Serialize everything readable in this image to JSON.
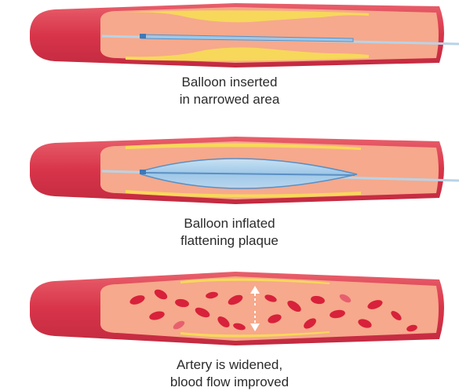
{
  "steps": [
    {
      "caption_line1": "Balloon inserted",
      "caption_line2": "in narrowed area"
    },
    {
      "caption_line1": "Balloon inflated",
      "caption_line2": "flattening plaque"
    },
    {
      "caption_line1": "Artery is widened,",
      "caption_line2": "blood flow improved"
    }
  ],
  "colors": {
    "artery_wall": "#d8344a",
    "artery_wall_light": "#e8606b",
    "lumen": "#f6a98c",
    "plaque": "#f7d85a",
    "balloon": "#9ec8e8",
    "balloon_edge": "#5b8fc4",
    "catheter": "#b9d3e6",
    "red_cell": "#d8213a",
    "arrow": "#ffffff"
  },
  "icons": {
    "balloon": "balloon-catheter-icon",
    "blood_cells": "red-blood-cell-icon",
    "arrows": "widening-arrows-icon"
  }
}
